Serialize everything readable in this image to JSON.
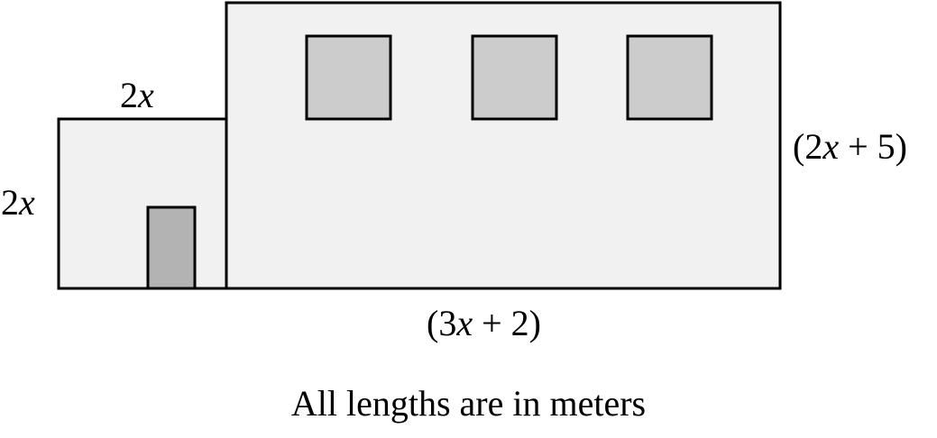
{
  "diagram": {
    "labels": {
      "small_top": {
        "prefix": "2",
        "var": "x",
        "suffix": ""
      },
      "small_left": {
        "prefix": "2",
        "var": "x",
        "suffix": ""
      },
      "large_right": {
        "prefix": "(2",
        "var": "x",
        "suffix": " + 5)"
      },
      "large_bottom": {
        "prefix": "(3",
        "var": "x",
        "suffix": " + 2)"
      }
    },
    "caption": "All lengths are in meters",
    "colors": {
      "wall_fill": "#f1f1f1",
      "window_fill": "#cccccc",
      "door_fill": "#b3b3b3",
      "outline": "#000000"
    }
  }
}
